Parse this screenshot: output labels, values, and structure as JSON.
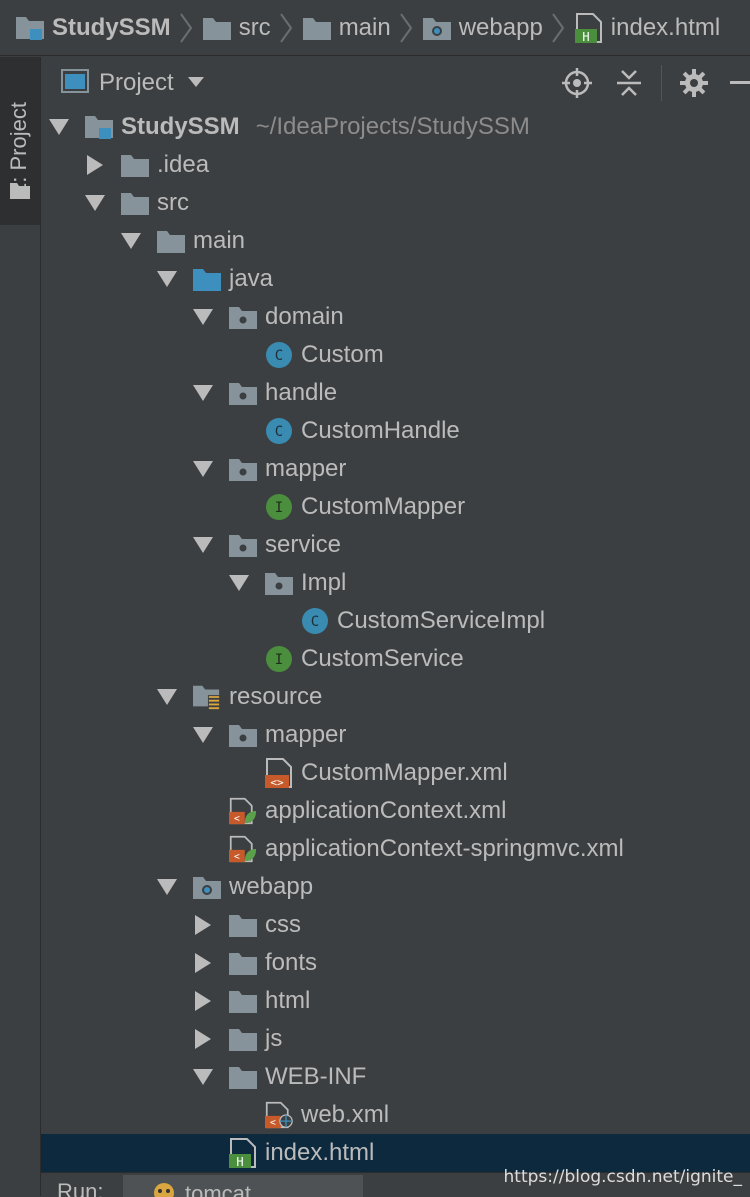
{
  "breadcrumb": [
    {
      "label": "StudySSM",
      "icon": "module-folder-icon"
    },
    {
      "label": "src",
      "icon": "folder-icon"
    },
    {
      "label": "main",
      "icon": "folder-icon"
    },
    {
      "label": "webapp",
      "icon": "web-folder-icon"
    },
    {
      "label": "index.html",
      "icon": "html-file-icon"
    }
  ],
  "toolstrip": {
    "tab_label": "1: Project"
  },
  "project_header": {
    "title": "Project"
  },
  "tree": [
    {
      "label": "StudySSM",
      "hint": "~/IdeaProjects/StudySSM",
      "depth": 0,
      "arrow": "down",
      "icon": "module-folder-icon",
      "bold": true
    },
    {
      "label": ".idea",
      "depth": 1,
      "arrow": "right",
      "icon": "folder-icon"
    },
    {
      "label": "src",
      "depth": 1,
      "arrow": "down",
      "icon": "folder-icon"
    },
    {
      "label": "main",
      "depth": 2,
      "arrow": "down",
      "icon": "folder-icon"
    },
    {
      "label": "java",
      "depth": 3,
      "arrow": "down",
      "icon": "source-folder-icon"
    },
    {
      "label": "domain",
      "depth": 4,
      "arrow": "down",
      "icon": "package-icon"
    },
    {
      "label": "Custom",
      "depth": 5,
      "arrow": "none",
      "icon": "class-icon"
    },
    {
      "label": "handle",
      "depth": 4,
      "arrow": "down",
      "icon": "package-icon"
    },
    {
      "label": "CustomHandle",
      "depth": 5,
      "arrow": "none",
      "icon": "class-icon"
    },
    {
      "label": "mapper",
      "depth": 4,
      "arrow": "down",
      "icon": "package-icon"
    },
    {
      "label": "CustomMapper",
      "depth": 5,
      "arrow": "none",
      "icon": "interface-icon"
    },
    {
      "label": "service",
      "depth": 4,
      "arrow": "down",
      "icon": "package-icon"
    },
    {
      "label": "Impl",
      "depth": 5,
      "arrow": "down",
      "icon": "package-icon"
    },
    {
      "label": "CustomServiceImpl",
      "depth": 6,
      "arrow": "none",
      "icon": "class-icon"
    },
    {
      "label": "CustomService",
      "depth": 5,
      "arrow": "none",
      "icon": "interface-icon"
    },
    {
      "label": "resource",
      "depth": 3,
      "arrow": "down",
      "icon": "resource-folder-icon"
    },
    {
      "label": "mapper",
      "depth": 4,
      "arrow": "down",
      "icon": "package-icon"
    },
    {
      "label": "CustomMapper.xml",
      "depth": 5,
      "arrow": "none",
      "icon": "xml-file-icon"
    },
    {
      "label": "applicationContext.xml",
      "depth": 4,
      "arrow": "none",
      "icon": "spring-xml-icon"
    },
    {
      "label": "applicationContext-springmvc.xml",
      "depth": 4,
      "arrow": "none",
      "icon": "spring-xml-icon"
    },
    {
      "label": "webapp",
      "depth": 3,
      "arrow": "down",
      "icon": "web-folder-icon"
    },
    {
      "label": "css",
      "depth": 4,
      "arrow": "right",
      "icon": "folder-icon"
    },
    {
      "label": "fonts",
      "depth": 4,
      "arrow": "right",
      "icon": "folder-icon"
    },
    {
      "label": "html",
      "depth": 4,
      "arrow": "right",
      "icon": "folder-icon"
    },
    {
      "label": "js",
      "depth": 4,
      "arrow": "right",
      "icon": "folder-icon"
    },
    {
      "label": "WEB-INF",
      "depth": 4,
      "arrow": "down",
      "icon": "folder-icon"
    },
    {
      "label": "web.xml",
      "depth": 5,
      "arrow": "none",
      "icon": "web-xml-icon"
    },
    {
      "label": "index.html",
      "depth": 4,
      "arrow": "none",
      "icon": "html-file-icon",
      "selected": true
    }
  ],
  "runbar": {
    "label": "Run:",
    "tab_label": "tomcat"
  },
  "watermark": "https://blog.csdn.net/ignite_",
  "colors": {
    "background": "#3c3f41",
    "selection": "#0d293e",
    "text": "#bbbbbb",
    "folder": "#87939a",
    "source_folder": "#3d8fbd",
    "class_badge": "#3a8bb1",
    "interface_badge": "#4b8e3d",
    "xml_tag": "#c75a2a"
  }
}
